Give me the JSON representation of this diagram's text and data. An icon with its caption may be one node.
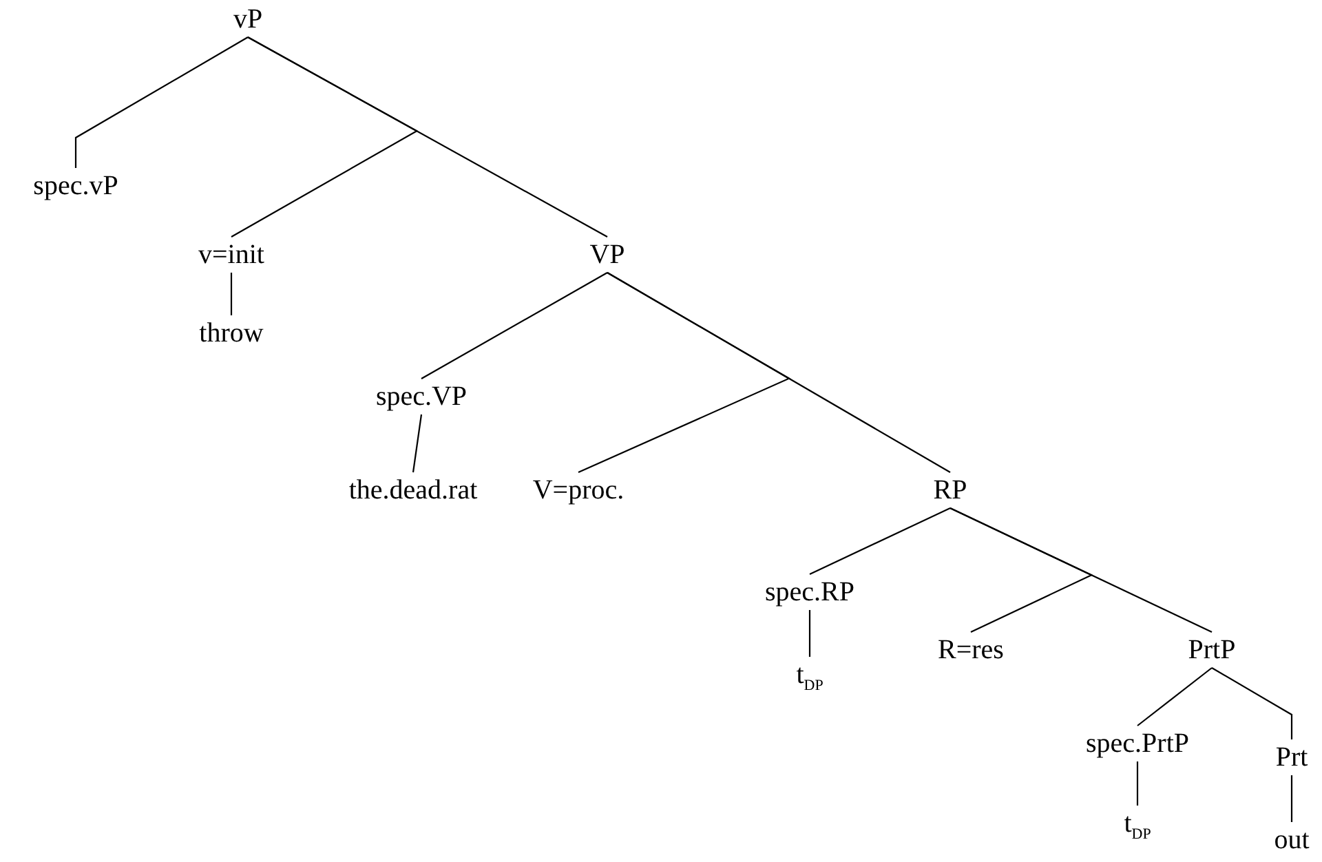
{
  "diagram": {
    "nodes": [
      {
        "text": [
          "vP"
        ]
      },
      {
        "text": [
          "spec.vP"
        ]
      },
      {
        "text": [
          "v=init"
        ]
      },
      {
        "text": [
          "VP"
        ]
      },
      {
        "text": [
          "throw"
        ]
      },
      {
        "text": [
          "spec.VP"
        ]
      },
      {
        "text": [
          "the.dead.rat"
        ]
      },
      {
        "text": [
          "V=proc."
        ]
      },
      {
        "text": [
          "RP"
        ]
      },
      {
        "text": [
          "spec.RP"
        ]
      },
      {
        "text": [
          "R=res"
        ]
      },
      {
        "text": [
          "PrtP"
        ]
      },
      {
        "text": [
          "t$_{DP}$"
        ]
      },
      {
        "text": [
          "spec.PrtP"
        ]
      },
      {
        "text": [
          "Prt"
        ]
      },
      {
        "text": [
          "t$_{DP}$"
        ]
      },
      {
        "text": [
          "out"
        ]
      }
    ],
    "edges": [
      {
        "from": 0,
        "to": 1,
        "arrow": "none"
      },
      {
        "from": 0,
        "to": 2,
        "arrow": "none"
      },
      {
        "from": 0,
        "to": 3,
        "arrow": "none"
      },
      {
        "from": 2,
        "to": 4,
        "arrow": "none"
      },
      {
        "from": 3,
        "to": 5,
        "arrow": "none"
      },
      {
        "from": 3,
        "to": 7,
        "arrow": "none"
      },
      {
        "from": 3,
        "to": 8,
        "arrow": "none"
      },
      {
        "from": 5,
        "to": 6,
        "arrow": "none"
      },
      {
        "from": 8,
        "to": 9,
        "arrow": "none"
      },
      {
        "from": 8,
        "to": 10,
        "arrow": "none"
      },
      {
        "from": 8,
        "to": 11,
        "arrow": "none"
      },
      {
        "from": 9,
        "to": 12,
        "arrow": "none"
      },
      {
        "from": 11,
        "to": 13,
        "arrow": "none"
      },
      {
        "from": 11,
        "to": 14,
        "arrow": "none"
      },
      {
        "from": 13,
        "to": 15,
        "arrow": "none"
      },
      {
        "from": 14,
        "to": 16,
        "arrow": "none"
      }
    ]
  }
}
